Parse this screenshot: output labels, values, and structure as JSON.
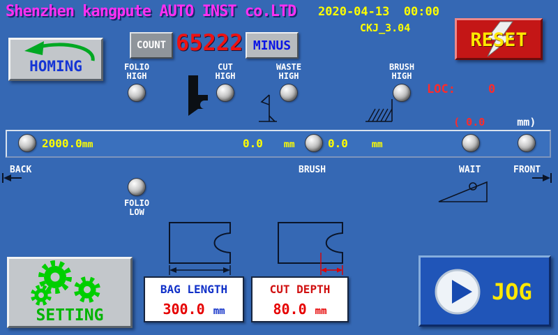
{
  "colors": {
    "background": "#3568b4",
    "title_magenta": "#ff2ff2",
    "accent_yellow": "#ffff00",
    "value_red": "#e60000",
    "machine_green": "#00cc00",
    "button_blue_text": "#0a14e6",
    "reset_red": "#c41616",
    "panel_white": "#ffffff"
  },
  "header": {
    "company": "Shenzhen kangpute AUTO INST co.LTD",
    "datetime": "2020-04-13  00:00",
    "version": "CKJ_3.04"
  },
  "reset": {
    "label": "RESET"
  },
  "homing": {
    "label": "HOMING"
  },
  "counter": {
    "count_label": "COUNT",
    "value": "65222",
    "minus_label": "MINUS"
  },
  "lamps": {
    "folio_high": {
      "line1": "FOLIO",
      "line2": "HIGH"
    },
    "cut_high": {
      "line1": "CUT",
      "line2": "HIGH"
    },
    "waste_high": {
      "line1": "WASTE",
      "line2": "HIGH"
    },
    "brush_high": {
      "line1": "BRUSH",
      "line2": "HIGH"
    },
    "folio_low": {
      "line1": "FOLIO",
      "line2": "LOW"
    }
  },
  "loc": {
    "label": "LOC:",
    "value": "0",
    "paren_value": "( 0.0",
    "paren_unit": "mm)"
  },
  "track": {
    "pos1_value": "2000.0",
    "pos1_unit": "mm",
    "pos2_value": "0.0",
    "pos2_unit": "mm",
    "pos3_value": "0.0",
    "pos3_unit": "mm",
    "label_back": "BACK",
    "label_brush": "BRUSH",
    "label_wait": "WAIT",
    "label_front": "FRONT"
  },
  "params": {
    "bag_length_label": "BAG LENGTH",
    "bag_length_value": "300.0",
    "bag_length_unit": "mm",
    "cut_depth_label": "CUT DEPTH",
    "cut_depth_value": "80.0",
    "cut_depth_unit": "mm"
  },
  "setting": {
    "label": "SETTING"
  },
  "jog": {
    "label": "JOG"
  }
}
